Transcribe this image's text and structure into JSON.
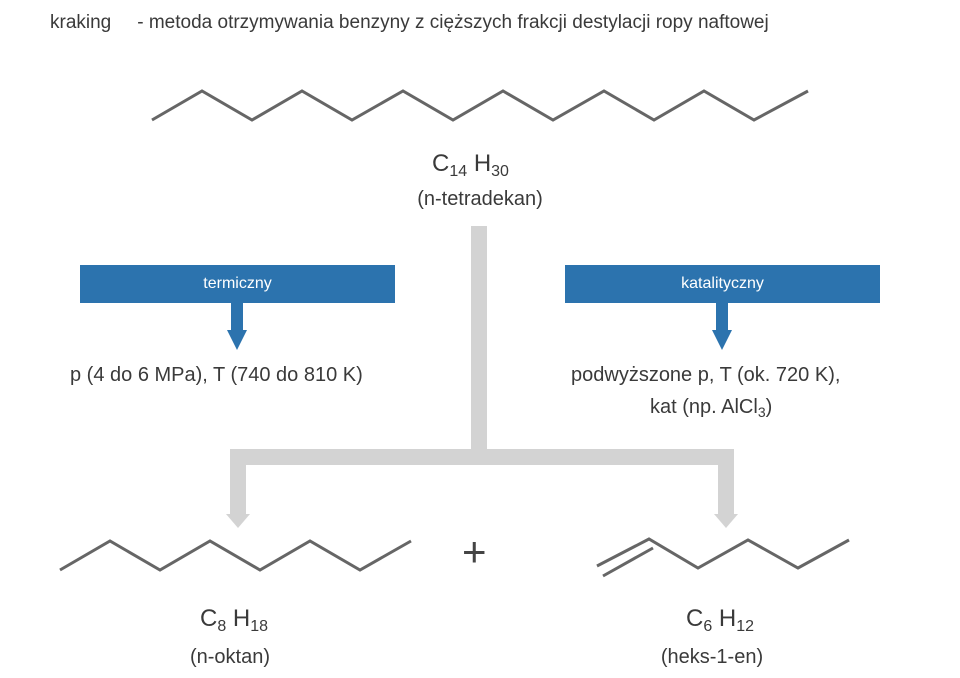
{
  "header": {
    "term": "kraking",
    "definition": "- metoda otrzymywania benzyny z cięższych frakcji destylacji ropy naftowej"
  },
  "reactant": {
    "formula_c": "C",
    "formula_c_sub": "14",
    "formula_h": "H",
    "formula_h_sub": "30",
    "name": "(n-tetradekan)"
  },
  "methods": [
    {
      "label": "termiczny",
      "conditions": "p  (4 do 6 MPa), T (740 do 810 K)"
    },
    {
      "label": "katalityczny",
      "conditions_line1": "podwyższone  p, T (ok. 720 K),",
      "conditions_line2_prefix": "kat  (np. AlCl",
      "conditions_line2_sub": "3",
      "conditions_line2_suffix": ")"
    }
  ],
  "plus_sign": "+",
  "products": [
    {
      "formula_c": "C",
      "formula_c_sub": "8",
      "formula_h": "H",
      "formula_h_sub": "18",
      "name": "(n-oktan)"
    },
    {
      "formula_c": "C",
      "formula_c_sub": "6",
      "formula_h": "H",
      "formula_h_sub": "12",
      "name": "(heks-1-en)"
    }
  ],
  "colors": {
    "bond": "#666666",
    "flow_arrow": "#d3d3d3",
    "method_box": "#2c73ae",
    "text": "#3a3a3a"
  }
}
